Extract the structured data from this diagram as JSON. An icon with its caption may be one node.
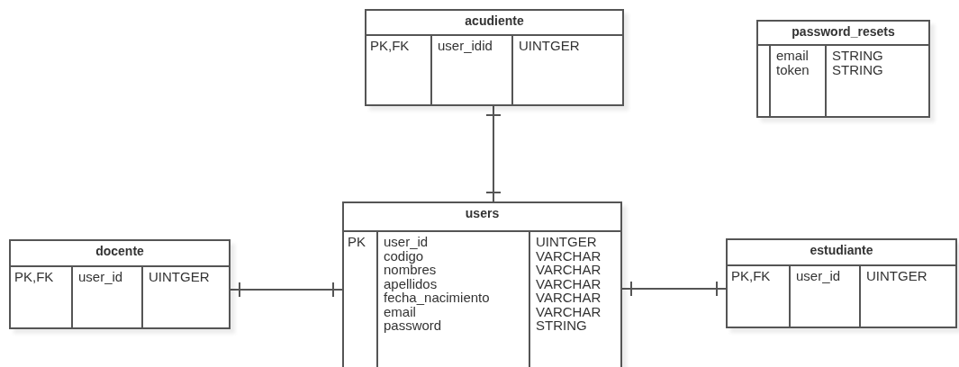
{
  "diagram": {
    "nodes": [
      {
        "text": [
          "acudiente",
          "PK,FK",
          "user_idid",
          "UINTGER"
        ]
      },
      {
        "text": [
          "password_resets",
          "email",
          "token",
          "STRING",
          "STRING"
        ]
      },
      {
        "text": [
          "users",
          "PK",
          "user_id",
          "codigo",
          "nombres",
          "apellidos",
          "fecha_nacimiento",
          "email",
          "password",
          "UINTGER",
          "VARCHAR",
          "VARCHAR",
          "VARCHAR",
          "VARCHAR",
          "VARCHAR",
          "STRING"
        ]
      },
      {
        "text": [
          "docente",
          "PK,FK",
          "user_id",
          "UINTGER"
        ]
      },
      {
        "text": [
          "estudiante",
          "PK,FK",
          "user_id",
          "UINTGER"
        ]
      }
    ],
    "edges": [
      {
        "from": 0,
        "to": 2,
        "arrow": "other"
      },
      {
        "from": 3,
        "to": 2,
        "arrow": "other"
      },
      {
        "from": 2,
        "to": 4,
        "arrow": "other"
      }
    ]
  }
}
